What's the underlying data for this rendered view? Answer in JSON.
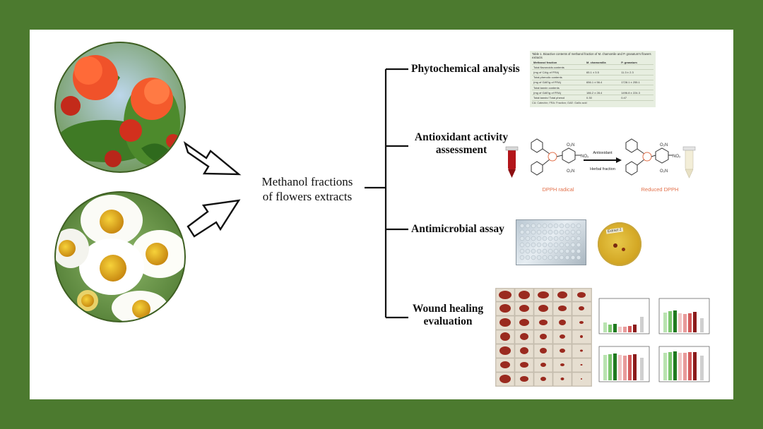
{
  "center": {
    "line1": "Methanol fractions",
    "line2": "of flowers extracts"
  },
  "branches": {
    "phytochemical": "Phytochemical analysis",
    "antioxidant_line1": "Antioxidant activity",
    "antioxidant_line2": "assessment",
    "antimicrobial": "Antimicrobial assay",
    "wound_line1": "Wound healing",
    "wound_line2": "evaluation"
  },
  "table": {
    "caption": "Table 1. Bioactive contents of methanol fraction of M. chamomile and P. granatum's flowers extracts",
    "headers": [
      "Methanol fraction",
      "M. chamomilla",
      "P. granatum"
    ],
    "rows": [
      [
        "Total flavonoids contents",
        "",
        ""
      ],
      [
        "(mg of CA/g of FRA)",
        "65.1 ± 3.5",
        "11.3 ± 2.3"
      ],
      [
        "Total phenolic contents",
        "",
        ""
      ],
      [
        "(mg of GAE/g of FRA)",
        "656.1 ± 56.4",
        "1728.1 ± 255.1"
      ],
      [
        "Total tannin contents",
        "",
        ""
      ],
      [
        "(mg of GAE/g of FRA)",
        "186.2 ± 28.4",
        "1496.8 ± 224.3"
      ],
      [
        "Total tannin/ Total phenol",
        "0.30",
        "0.47"
      ]
    ],
    "note": "CA: Catechin; FRA: Fraction; GAE: Gallic acid"
  },
  "reaction": {
    "left_label": "DPPH radical",
    "right_label": "Reduced DPPH",
    "arrow_top": "Antioxidant",
    "arrow_bottom": "Herbal fraction",
    "no2": "NO₂",
    "o2n": "O₂N"
  },
  "dish_label": "Extract 2",
  "colors": {
    "background": "#4c7a2f",
    "panel": "#ffffff",
    "dpph_red": "#e2704a",
    "chart_dark_red": "#8b1a1a",
    "chart_green": "#1f7a1f"
  }
}
